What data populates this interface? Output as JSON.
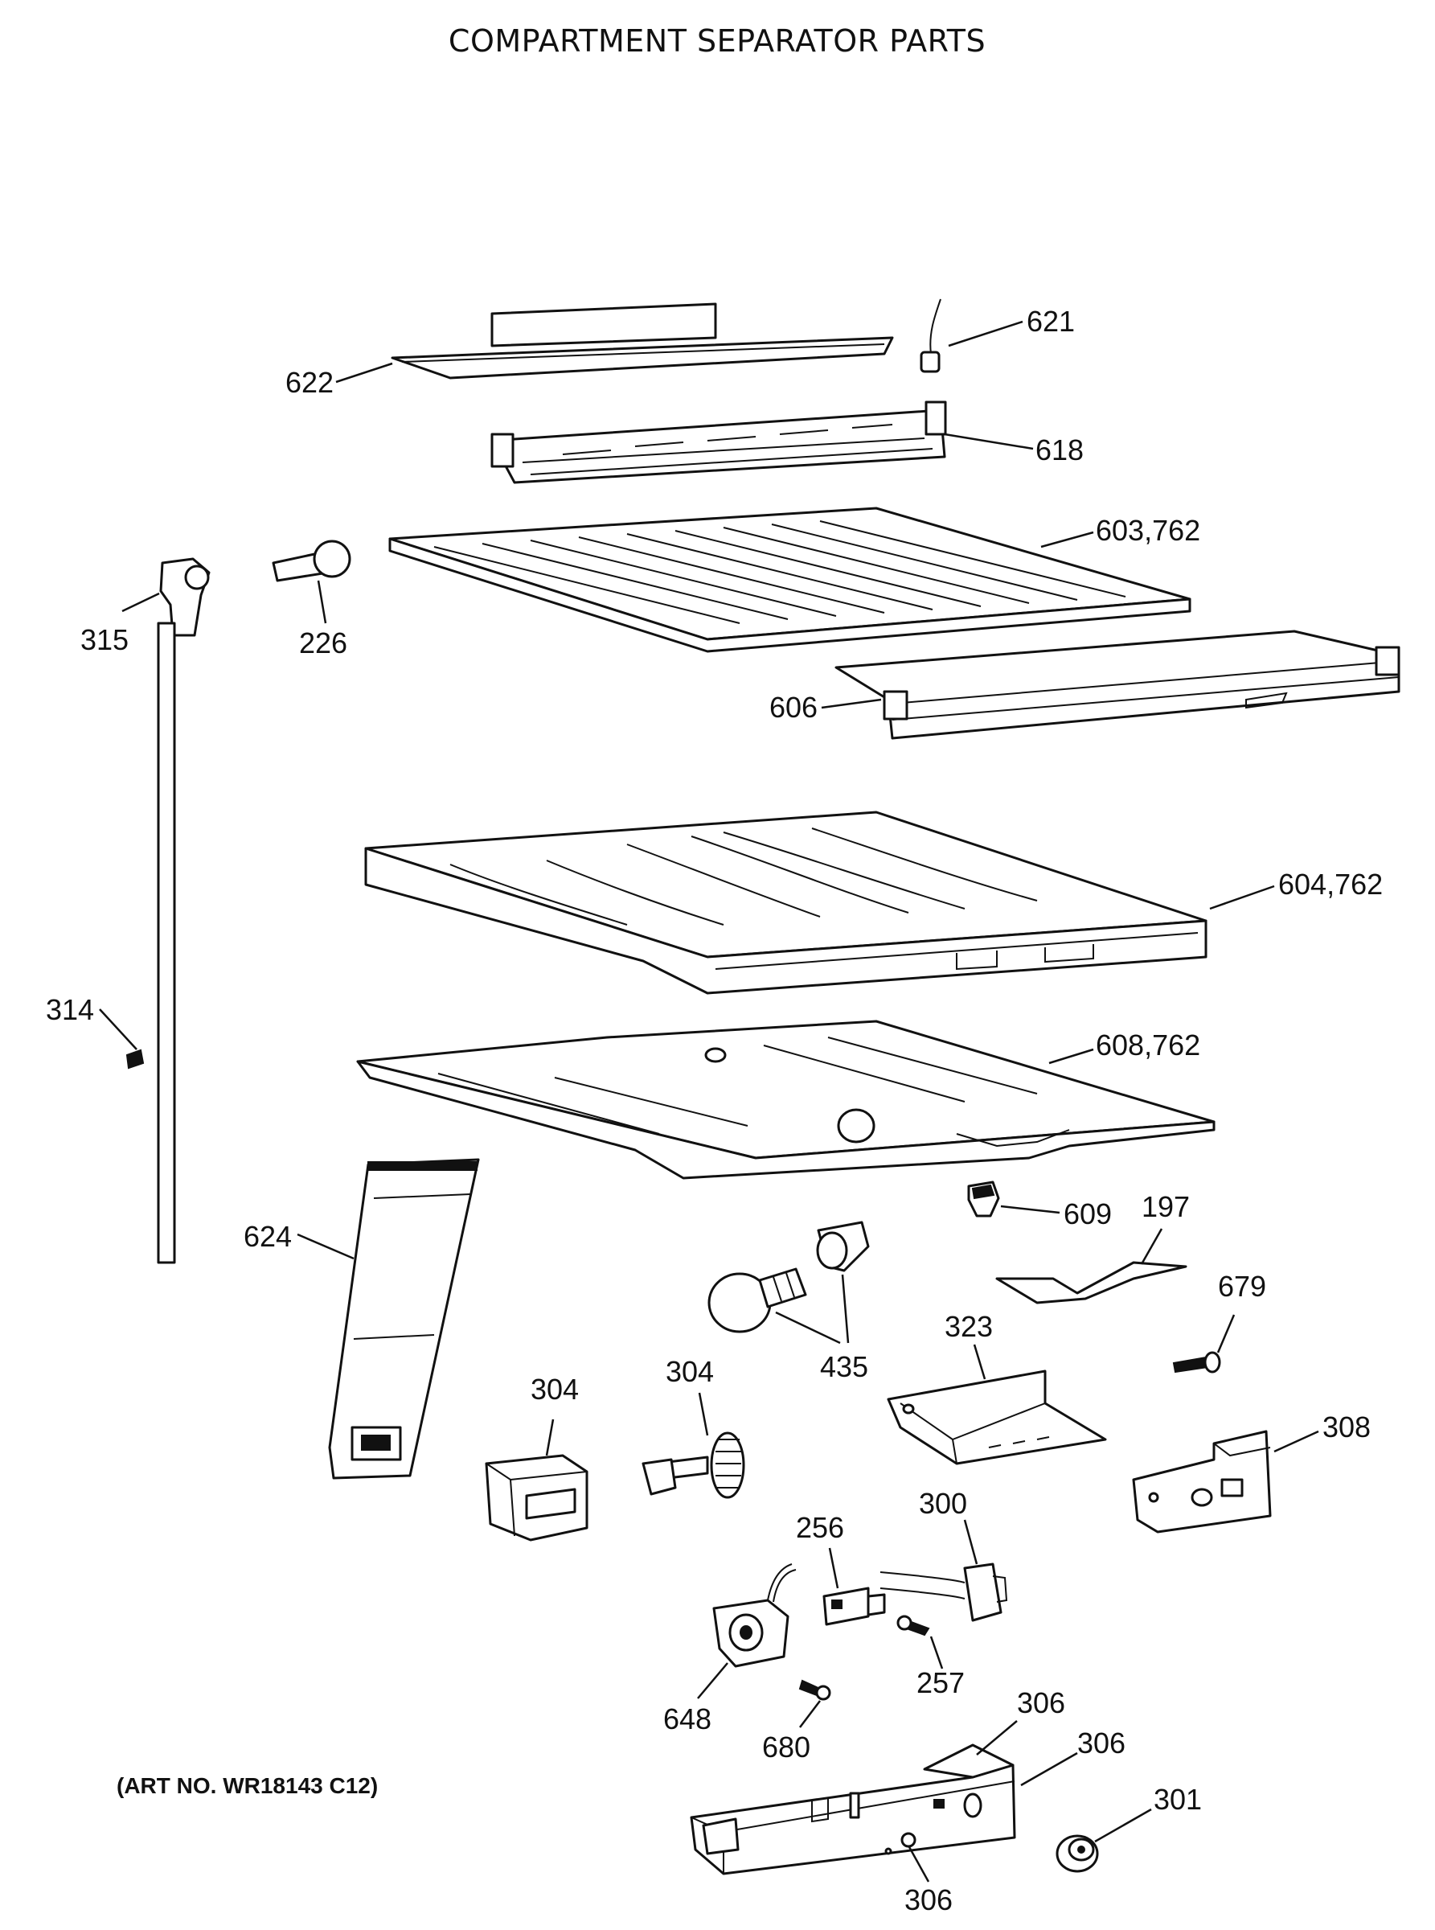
{
  "title": "COMPARTMENT SEPARATOR PARTS",
  "art_number": "(ART NO. WR18143 C12)",
  "callouts": {
    "c621": "621",
    "c622": "622",
    "c618": "618",
    "c603": "603,762",
    "c315": "315",
    "c226": "226",
    "c606": "606",
    "c604": "604,762",
    "c314": "314",
    "c608": "608,762",
    "c624": "624",
    "c609": "609",
    "c197": "197",
    "c679": "679",
    "c435": "435",
    "c323": "323",
    "c304a": "304",
    "c304b": "304",
    "c308": "308",
    "c256": "256",
    "c300": "300",
    "c648": "648",
    "c257": "257",
    "c680": "680",
    "c306a": "306",
    "c306b": "306",
    "c306c": "306",
    "c301": "301"
  }
}
